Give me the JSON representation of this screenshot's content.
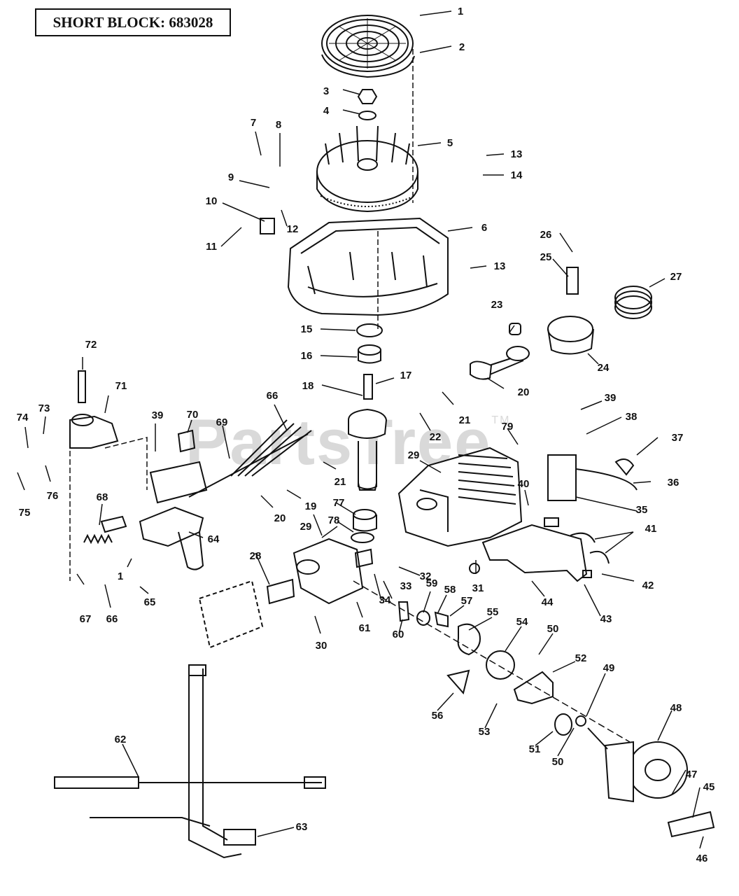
{
  "header": {
    "title": "SHORT BLOCK: 683028"
  },
  "watermark": {
    "brand": "PartsTree",
    "mark": "TM"
  },
  "callouts": [
    {
      "id": "c1",
      "n": "1"
    },
    {
      "id": "c2",
      "n": "2"
    },
    {
      "id": "c3",
      "n": "3"
    },
    {
      "id": "c4",
      "n": "4"
    },
    {
      "id": "c5",
      "n": "5"
    },
    {
      "id": "c6",
      "n": "6"
    },
    {
      "id": "c7",
      "n": "7"
    },
    {
      "id": "c8",
      "n": "8"
    },
    {
      "id": "c9",
      "n": "9"
    },
    {
      "id": "c10",
      "n": "10"
    },
    {
      "id": "c11",
      "n": "11"
    },
    {
      "id": "c12",
      "n": "12"
    },
    {
      "id": "c13a",
      "n": "13"
    },
    {
      "id": "c14",
      "n": "14"
    },
    {
      "id": "c13b",
      "n": "13"
    },
    {
      "id": "c15",
      "n": "15"
    },
    {
      "id": "c16",
      "n": "16"
    },
    {
      "id": "c17",
      "n": "17"
    },
    {
      "id": "c18",
      "n": "18"
    },
    {
      "id": "c20a",
      "n": "20"
    },
    {
      "id": "c21a",
      "n": "21"
    },
    {
      "id": "c22",
      "n": "22"
    },
    {
      "id": "c23",
      "n": "23"
    },
    {
      "id": "c24",
      "n": "24"
    },
    {
      "id": "c25",
      "n": "25"
    },
    {
      "id": "c26",
      "n": "26"
    },
    {
      "id": "c27",
      "n": "27"
    },
    {
      "id": "c72",
      "n": "72"
    },
    {
      "id": "c71",
      "n": "71"
    },
    {
      "id": "c74",
      "n": "74"
    },
    {
      "id": "c73",
      "n": "73"
    },
    {
      "id": "c39a",
      "n": "39"
    },
    {
      "id": "c70",
      "n": "70"
    },
    {
      "id": "c69",
      "n": "69"
    },
    {
      "id": "c66a",
      "n": "66"
    },
    {
      "id": "c75",
      "n": "75"
    },
    {
      "id": "c76",
      "n": "76"
    },
    {
      "id": "c68",
      "n": "68"
    },
    {
      "id": "c21b",
      "n": "21"
    },
    {
      "id": "c20b",
      "n": "20"
    },
    {
      "id": "c19",
      "n": "19"
    },
    {
      "id": "c77",
      "n": "77"
    },
    {
      "id": "c78",
      "n": "78"
    },
    {
      "id": "c29a",
      "n": "29"
    },
    {
      "id": "c79",
      "n": "79"
    },
    {
      "id": "c39b",
      "n": "39"
    },
    {
      "id": "c38",
      "n": "38"
    },
    {
      "id": "c37",
      "n": "37"
    },
    {
      "id": "c36",
      "n": "36"
    },
    {
      "id": "c35",
      "n": "35"
    },
    {
      "id": "c40",
      "n": "40"
    },
    {
      "id": "c41",
      "n": "41"
    },
    {
      "id": "c42",
      "n": "42"
    },
    {
      "id": "c64",
      "n": "64"
    },
    {
      "id": "c1b",
      "n": "1"
    },
    {
      "id": "c29b",
      "n": "29"
    },
    {
      "id": "c32",
      "n": "32"
    },
    {
      "id": "c33",
      "n": "33"
    },
    {
      "id": "c34",
      "n": "34"
    },
    {
      "id": "c31",
      "n": "31"
    },
    {
      "id": "c28",
      "n": "28"
    },
    {
      "id": "c65",
      "n": "65"
    },
    {
      "id": "c67",
      "n": "67"
    },
    {
      "id": "c66b",
      "n": "66"
    },
    {
      "id": "c44",
      "n": "44"
    },
    {
      "id": "c43",
      "n": "43"
    },
    {
      "id": "c59",
      "n": "59"
    },
    {
      "id": "c58",
      "n": "58"
    },
    {
      "id": "c57",
      "n": "57"
    },
    {
      "id": "c61",
      "n": "61"
    },
    {
      "id": "c30",
      "n": "30"
    },
    {
      "id": "c60",
      "n": "60"
    },
    {
      "id": "c55",
      "n": "55"
    },
    {
      "id": "c54",
      "n": "54"
    },
    {
      "id": "c50a",
      "n": "50"
    },
    {
      "id": "c52",
      "n": "52"
    },
    {
      "id": "c49",
      "n": "49"
    },
    {
      "id": "c48",
      "n": "48"
    },
    {
      "id": "c56",
      "n": "56"
    },
    {
      "id": "c53",
      "n": "53"
    },
    {
      "id": "c51",
      "n": "51"
    },
    {
      "id": "c50b",
      "n": "50"
    },
    {
      "id": "c62",
      "n": "62"
    },
    {
      "id": "c47",
      "n": "47"
    },
    {
      "id": "c45",
      "n": "45"
    },
    {
      "id": "c63",
      "n": "63"
    },
    {
      "id": "c46",
      "n": "46"
    }
  ]
}
